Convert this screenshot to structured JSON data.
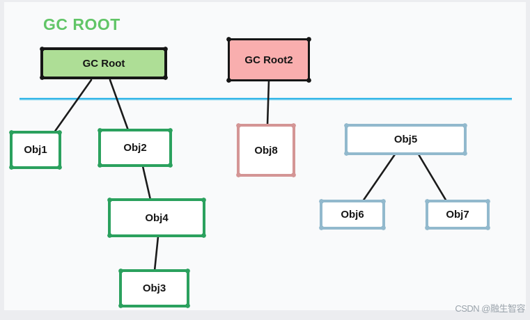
{
  "page": {
    "background_color": "#ecedf0",
    "canvas_color": "#f9fafb"
  },
  "diagram": {
    "title": "GC ROOT",
    "title_color": "#61c567",
    "divider_color": "#2ab3e6",
    "edge_color": "#1b1b1b",
    "nodes": {
      "gc_root": {
        "label": "GC Root",
        "fill": "#aede96",
        "border": "#161616"
      },
      "gc_root2": {
        "label": "GC Root2",
        "fill": "#f9aeae",
        "border": "#161616"
      },
      "obj1": {
        "label": "Obj1",
        "fill": "#ffffff",
        "border": "#2ba15e"
      },
      "obj2": {
        "label": "Obj2",
        "fill": "#ffffff",
        "border": "#2ba15e"
      },
      "obj3": {
        "label": "Obj3",
        "fill": "#ffffff",
        "border": "#2ba15e"
      },
      "obj4": {
        "label": "Obj4",
        "fill": "#ffffff",
        "border": "#2ba15e"
      },
      "obj5": {
        "label": "Obj5",
        "fill": "#ffffff",
        "border": "#92b9cd"
      },
      "obj6": {
        "label": "Obj6",
        "fill": "#ffffff",
        "border": "#92b9cd"
      },
      "obj7": {
        "label": "Obj7",
        "fill": "#ffffff",
        "border": "#92b9cd"
      },
      "obj8": {
        "label": "Obj8",
        "fill": "#ffffff",
        "border": "#d49595"
      }
    },
    "edges": [
      {
        "from": "GC Root",
        "to": "Obj1"
      },
      {
        "from": "GC Root",
        "to": "Obj2"
      },
      {
        "from": "GC Root2",
        "to": "Obj8"
      },
      {
        "from": "Obj2",
        "to": "Obj4"
      },
      {
        "from": "Obj4",
        "to": "Obj3"
      },
      {
        "from": "Obj5",
        "to": "Obj6"
      },
      {
        "from": "Obj5",
        "to": "Obj7"
      }
    ]
  },
  "watermark": {
    "text": "CSDN @融生智容"
  }
}
